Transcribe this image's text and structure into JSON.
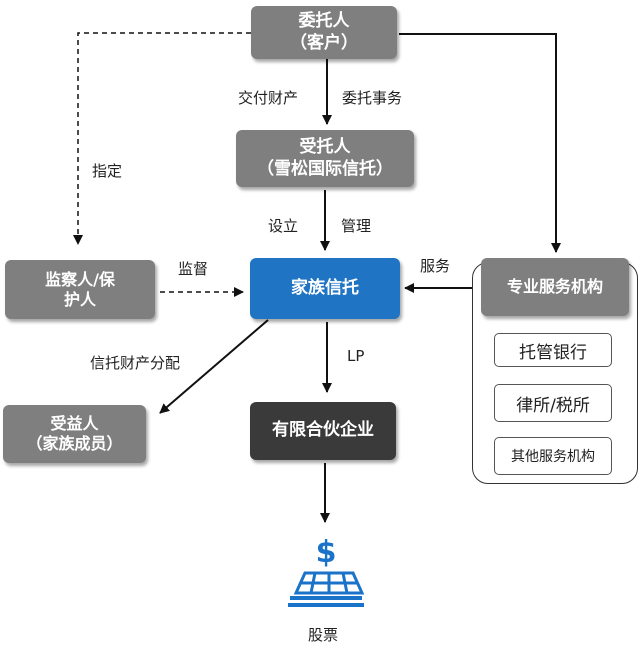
{
  "nodes": {
    "settlor": [
      "委托人",
      "（客户）"
    ],
    "trustee": [
      "受托人",
      "（雪松国际信托）"
    ],
    "trust": "家族信托",
    "protector": [
      "监察人/保",
      "护人"
    ],
    "beneficiary": [
      "受益人",
      "（家族成员）"
    ],
    "lp_enterprise": "有限合伙企业",
    "service_agency": "专业服务机构",
    "services": [
      "托管银行",
      "律所/税所",
      "其他服务机构"
    ],
    "stock_label": "股票"
  },
  "edges": {
    "deliver_property": "交付财产",
    "entrust_affairs": "委托事务",
    "designate": "指定",
    "establish": "设立",
    "manage": "管理",
    "supervise": "监督",
    "service": "服务",
    "distribution": "信托财产分配",
    "lp": "LP"
  },
  "colors": {
    "grey_box": "#7f7f7f",
    "trust_blue": "#1f74c4",
    "dark_box": "#3a3a3a",
    "icon_blue": "#1a73c9"
  }
}
